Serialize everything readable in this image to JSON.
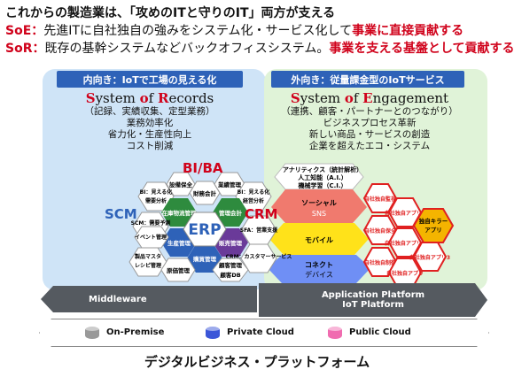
{
  "header": {
    "title": "これからの製造業は、「攻めのITと守りのIT」両方が支える",
    "soe_key": "SoE：",
    "soe_text": "先進ITに自社独自の強みをシステム化・サービス化して",
    "soe_highlight": "事業に直接貢献する",
    "sor_key": "SoR：",
    "sor_text": "既存の基幹システムなどバックオフィスシステム。",
    "sor_highlight": "事業を支える基盤として貢献する"
  },
  "left_panel": {
    "tag": "内向き：IoTで工場の見える化",
    "title_parts": [
      "S",
      "ystem ",
      "o",
      "f ",
      "R",
      "ecords"
    ],
    "lines": [
      "（記録、実績収集、定型業務）",
      "業務効率化",
      "省力化・生産性向上",
      "コスト削減"
    ]
  },
  "right_panel": {
    "tag": "外向き：従量課金型のIoTサービス",
    "title_parts": [
      "S",
      "ystem ",
      "o",
      "f ",
      "E",
      "ngagement"
    ],
    "lines": [
      "（連携、顧客・パートナーとのつながり）",
      "ビジネスプロセス革新",
      "新しい商品・サービスの創造",
      "企業を超えたエコ・システム"
    ]
  },
  "labels": {
    "bi": "BI/BA",
    "scm": "SCM",
    "crm": "CRM",
    "erp": "ERP"
  },
  "hexes": {
    "bi_top": [
      "設備保全",
      "財務会計",
      "業績管理"
    ],
    "bi_left": [
      "BI：見える化",
      "需要分析"
    ],
    "bi_right": [
      "BI：見える化",
      "経営分析"
    ],
    "erp_ring": [
      "在庫物流管理",
      "管理会計",
      "生産管理",
      "販売管理",
      "購買管理"
    ],
    "scm": [
      "SCM：需要予測",
      "イベント管理",
      "製品マスタ",
      "レシピ管理",
      "原価管理"
    ],
    "crm": [
      "SFA：営業支援",
      "CRM：カスタマーサービス",
      "顧客管理",
      "顧客DB"
    ]
  },
  "soe_bands": {
    "top_text": [
      "アナリティクス（統計解析）",
      "人工知能（A.I.）",
      "機械学習（C.I.）"
    ],
    "software": [
      "ソーシャル",
      "SNS"
    ],
    "mobile": "モバイル",
    "connected": [
      "コネクト",
      "デバイス"
    ]
  },
  "apps": {
    "list": [
      "自社独自監視",
      "自社独自アプリ1",
      "自社独自保全",
      "自社独自アプリ2",
      "自社独自制御",
      "自社独自アプリ",
      "自社独自アプリ3"
    ],
    "killer": [
      "独自キラー",
      "アプリ"
    ]
  },
  "layers": {
    "middleware": "Middleware",
    "platform_1": "Application Platform",
    "platform_2": "IoT Platform",
    "on_premise": "On-Premise",
    "private_cloud": "Private Cloud",
    "public_cloud": "Public Cloud"
  },
  "footer": "デジタルビジネス・プラットフォーム",
  "colors": {
    "accent_red": "#d0021b",
    "accent_blue": "#2e62b8",
    "hex_green": "#2e8b3e",
    "hex_blue": "#2e62b8",
    "hex_purple": "#6a3a99",
    "band_red": "#f07a6e",
    "band_yellow": "#ffe21a",
    "band_blue": "#6f8ff5",
    "app_red": "#e02020",
    "killer_gold": "#f4b400",
    "cyl_grey": "#999999",
    "cyl_blue": "#3b56d8",
    "cyl_pink": "#f06cb0"
  }
}
